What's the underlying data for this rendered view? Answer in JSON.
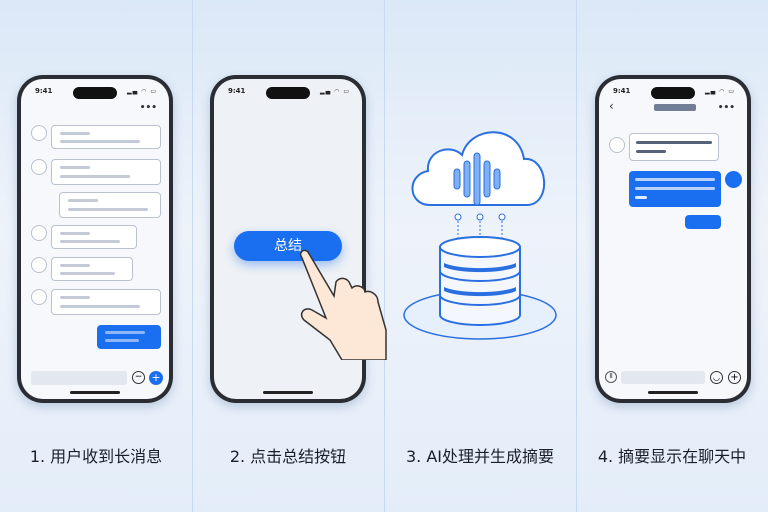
{
  "status": {
    "time": "9:41"
  },
  "steps": [
    {
      "label": "1. 用户收到长消息"
    },
    {
      "label": "2. 点击总结按钮",
      "button": "总结"
    },
    {
      "label": "3. AI处理并生成摘要"
    },
    {
      "label": "4. 摘要显示在聊天中"
    }
  ],
  "colors": {
    "accent": "#1a6ff0",
    "background": "#e3edf9"
  },
  "icons": [
    "cloud-icon",
    "soundwave-icon",
    "database-icon",
    "hand-pointer-icon",
    "plus-icon",
    "minus-icon",
    "back-chevron-icon",
    "more-icon"
  ]
}
